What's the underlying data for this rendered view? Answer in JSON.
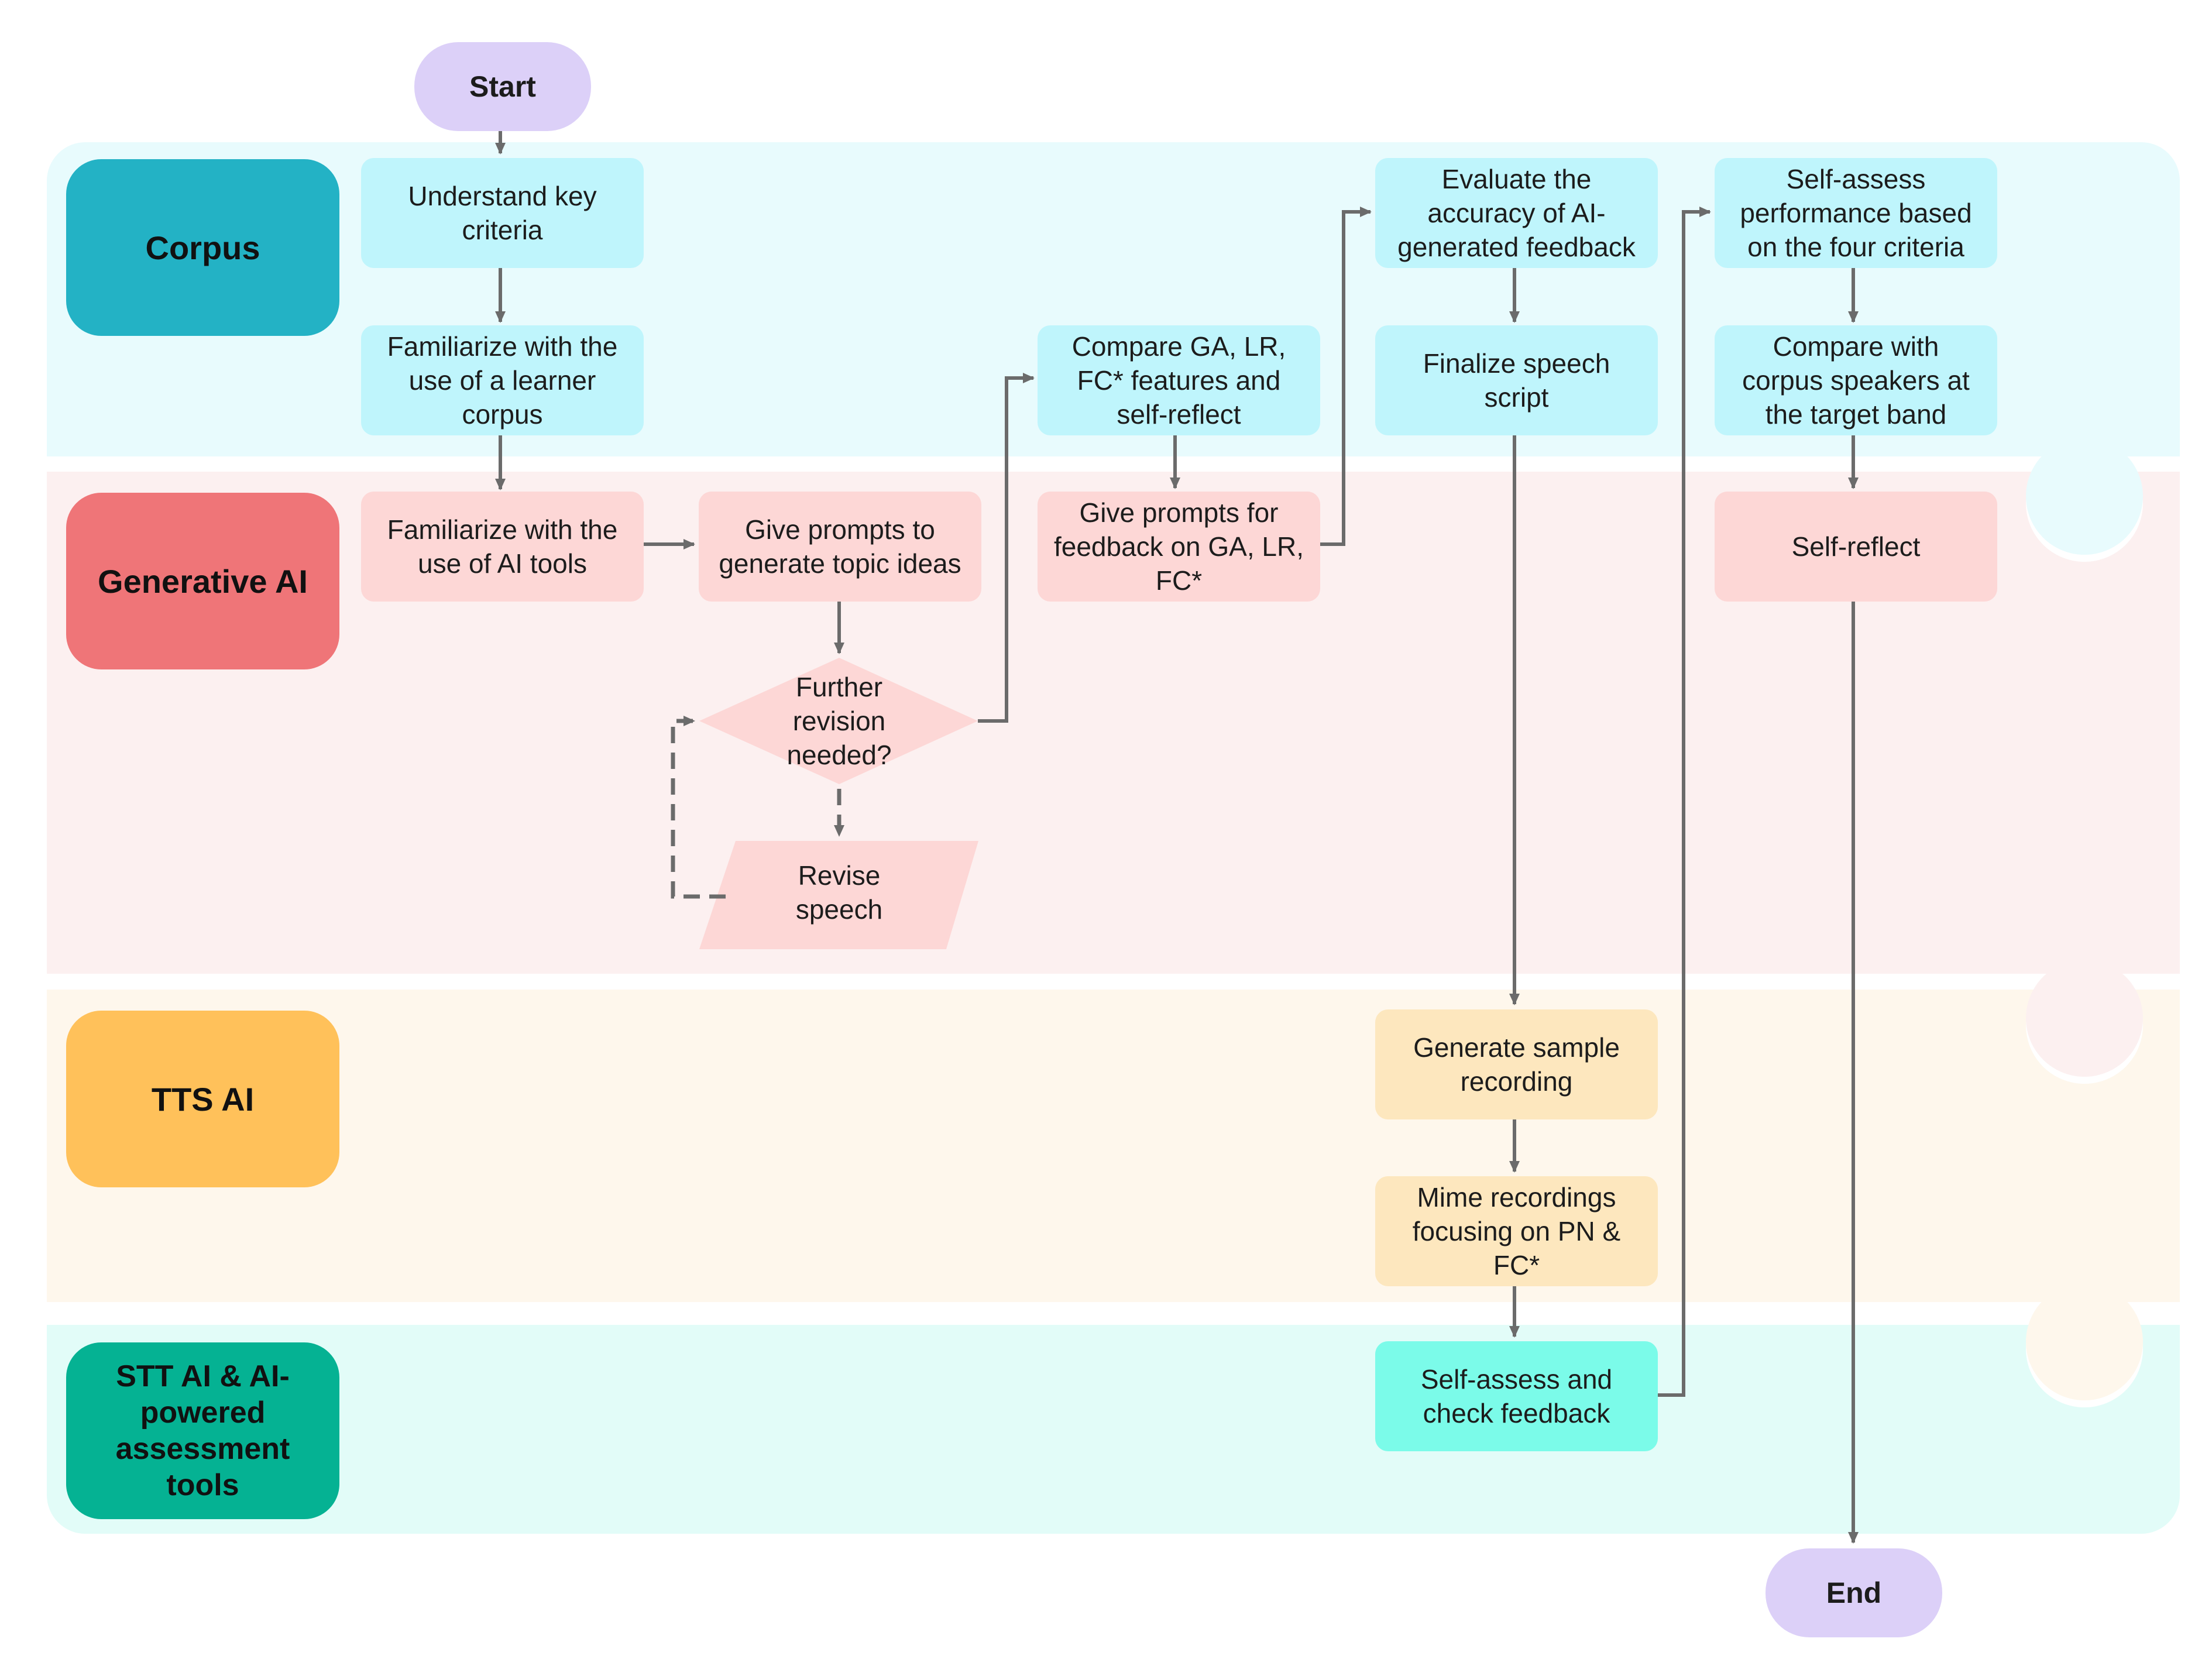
{
  "lanes": {
    "corpus": "Corpus",
    "generative": "Generative AI",
    "tts": "TTS AI",
    "stt": "STT AI & AI-\npowered\nassessment\ntools"
  },
  "nodes": {
    "start": "Start",
    "end": "End",
    "understand": "Understand key\ncriteria",
    "familiarize_corpus": "Familiarize with the\nuse of a learner\ncorpus",
    "familiarize_ai": "Familiarize with the\nuse of AI tools",
    "give_prompts_topics": "Give prompts to\ngenerate topic ideas",
    "decision": "Further\nrevision\nneeded?",
    "revise": "Revise\nspeech",
    "compare_features": "Compare GA, LR,\nFC* features and\nself-reflect",
    "give_prompts_feedback": "Give prompts for\nfeedback on GA, LR,\nFC*",
    "evaluate": "Evaluate the\naccuracy of AI-\ngenerated feedback",
    "finalize": "Finalize speech\nscript",
    "generate_recording": "Generate sample\nrecording",
    "mime": "Mime recordings\nfocusing on PN &\nFC*",
    "self_assess_check": "Self-assess and\ncheck feedback",
    "self_assess_perf": "Self-assess\nperformance based\non the four criteria",
    "compare_speakers": "Compare with\ncorpus speakers at\nthe target band",
    "self_reflect": "Self-reflect"
  },
  "colors": {
    "connector": "#6b6b6b",
    "corpus": "#23b2c5",
    "generative": "#ef7578",
    "tts": "#ffc15a",
    "stt": "#05b293",
    "terminal": "#dcd0f8"
  }
}
